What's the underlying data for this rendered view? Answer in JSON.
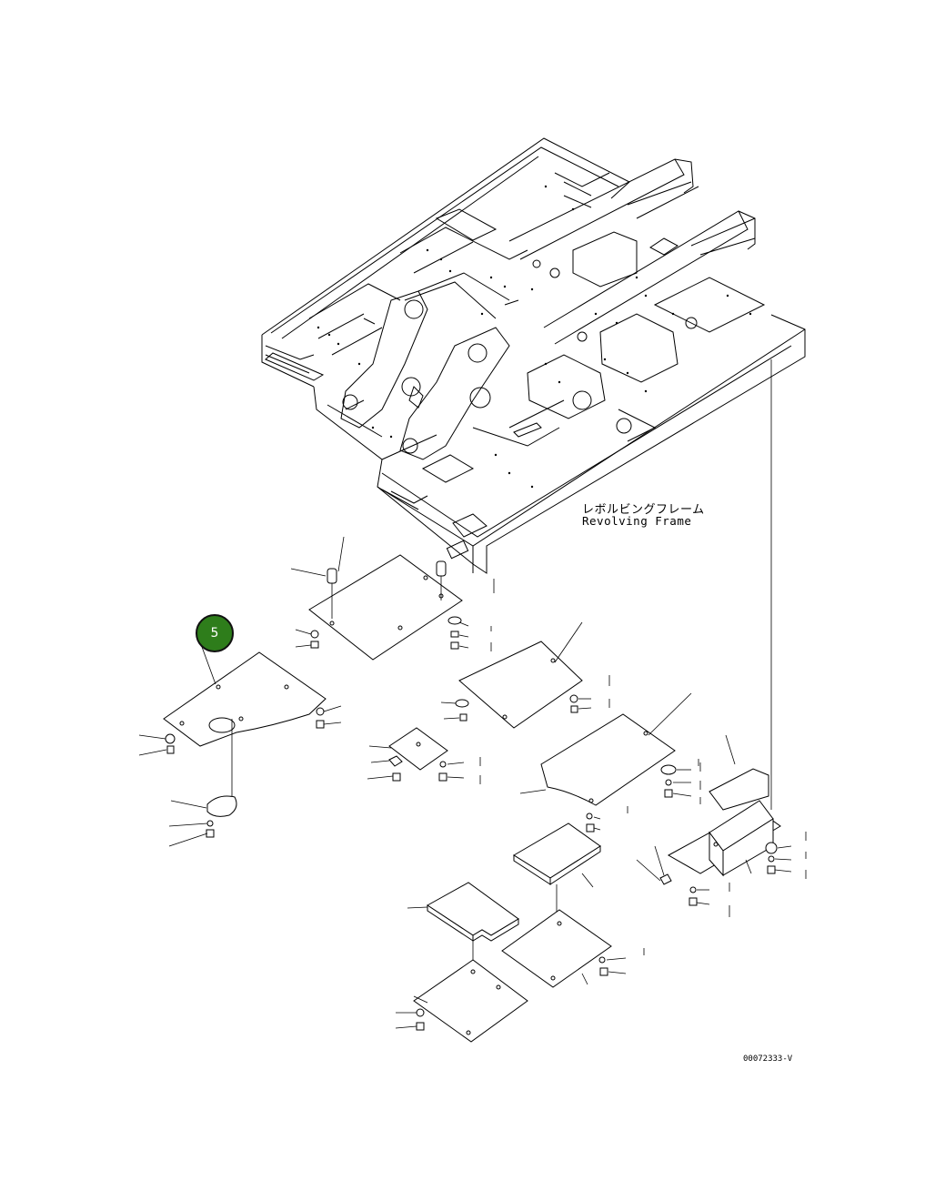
{
  "diagram": {
    "frame_label_jp": "レボルビングフレーム",
    "frame_label_en": "Revolving Frame",
    "figure_number": "00072333-V",
    "callout_number": "5",
    "callout_color": "#2e7d1b"
  }
}
